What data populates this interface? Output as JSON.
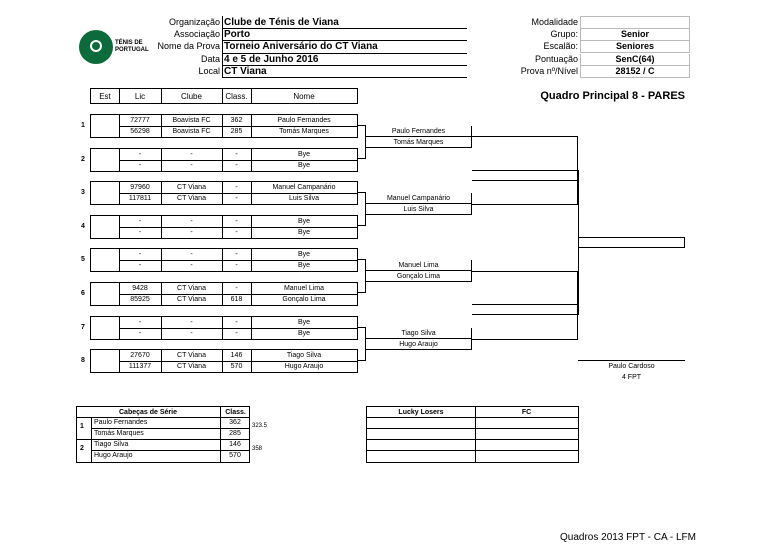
{
  "header": {
    "labels": [
      "Organização",
      "Associação",
      "Nome da Prova",
      "Data",
      "Local"
    ],
    "values": [
      "Clube de Ténis de Viana",
      "Porto",
      "Torneio Aniversário do CT Viana",
      "4 e 5 de Junho 2016",
      "CT Viana"
    ],
    "logo_text_1": "TÉNIS DE",
    "logo_text_2": "PORTUGAL"
  },
  "right_info": {
    "labels": [
      "Modalidade",
      "Grupo:",
      "Escalão:",
      "Pontuação",
      "Prova nº/Nível"
    ],
    "values": [
      "",
      "Senior",
      "Seniores",
      "SenC(64)",
      "28152 / C"
    ]
  },
  "draw_title": "Quadro Principal 8 - PARES",
  "columns": [
    "Est",
    "Lic",
    "Clube",
    "Class.",
    "Nome"
  ],
  "entries": [
    {
      "seed": "1",
      "rows": [
        [
          "72777",
          "Boavista FC",
          "362",
          "Paulo Fernandes"
        ],
        [
          "56298",
          "Boavista FC",
          "285",
          "Tomás Marques"
        ]
      ]
    },
    {
      "seed": "2",
      "rows": [
        [
          "-",
          "-",
          "-",
          "Bye"
        ],
        [
          "-",
          "-",
          "-",
          "Bye"
        ]
      ]
    },
    {
      "seed": "3",
      "rows": [
        [
          "97960",
          "CT Viana",
          "-",
          "Manuel Campanário"
        ],
        [
          "117811",
          "CT Viana",
          "-",
          "Luis Silva"
        ]
      ]
    },
    {
      "seed": "4",
      "rows": [
        [
          "-",
          "-",
          "-",
          "Bye"
        ],
        [
          "-",
          "-",
          "-",
          "Bye"
        ]
      ]
    },
    {
      "seed": "5",
      "rows": [
        [
          "-",
          "-",
          "-",
          "Bye"
        ],
        [
          "-",
          "-",
          "-",
          "Bye"
        ]
      ]
    },
    {
      "seed": "6",
      "rows": [
        [
          "9428",
          "CT Viana",
          "-",
          "Manuel Lima"
        ],
        [
          "85925",
          "CT Viana",
          "618",
          "Gonçalo Lima"
        ]
      ]
    },
    {
      "seed": "7",
      "rows": [
        [
          "-",
          "-",
          "-",
          "Bye"
        ],
        [
          "-",
          "-",
          "-",
          "Bye"
        ]
      ]
    },
    {
      "seed": "8",
      "rows": [
        [
          "27670",
          "CT Viana",
          "146",
          "Tiago Silva"
        ],
        [
          "111377",
          "CT Viana",
          "570",
          "Hugo Araujo"
        ]
      ]
    }
  ],
  "round2": [
    [
      "Paulo Fernandes",
      "Tomás Marques"
    ],
    [
      "Manuel Campanário",
      "Luis Silva"
    ],
    [
      "Manuel Lima",
      "Gonçalo Lima"
    ],
    [
      "Tiago Silva",
      "Hugo Araujo"
    ]
  ],
  "referee": {
    "name": "Paulo Cardoso",
    "id": "4 FPT"
  },
  "seeds_table": {
    "title": "Cabeças de Série",
    "class_header": "Class.",
    "rows": [
      {
        "n": "1",
        "players": [
          [
            "Paulo Fernandes",
            "362"
          ],
          [
            "Tomás Marques",
            "285"
          ]
        ],
        "total": "323.5"
      },
      {
        "n": "2",
        "players": [
          [
            "Tiago Silva",
            "146"
          ],
          [
            "Hugo Araujo",
            "570"
          ]
        ],
        "total": "358"
      }
    ]
  },
  "lucky_losers_header": "Lucky Losers",
  "fc_header": "FC",
  "footer": "Quadros 2013 FPT - CA - LFM"
}
